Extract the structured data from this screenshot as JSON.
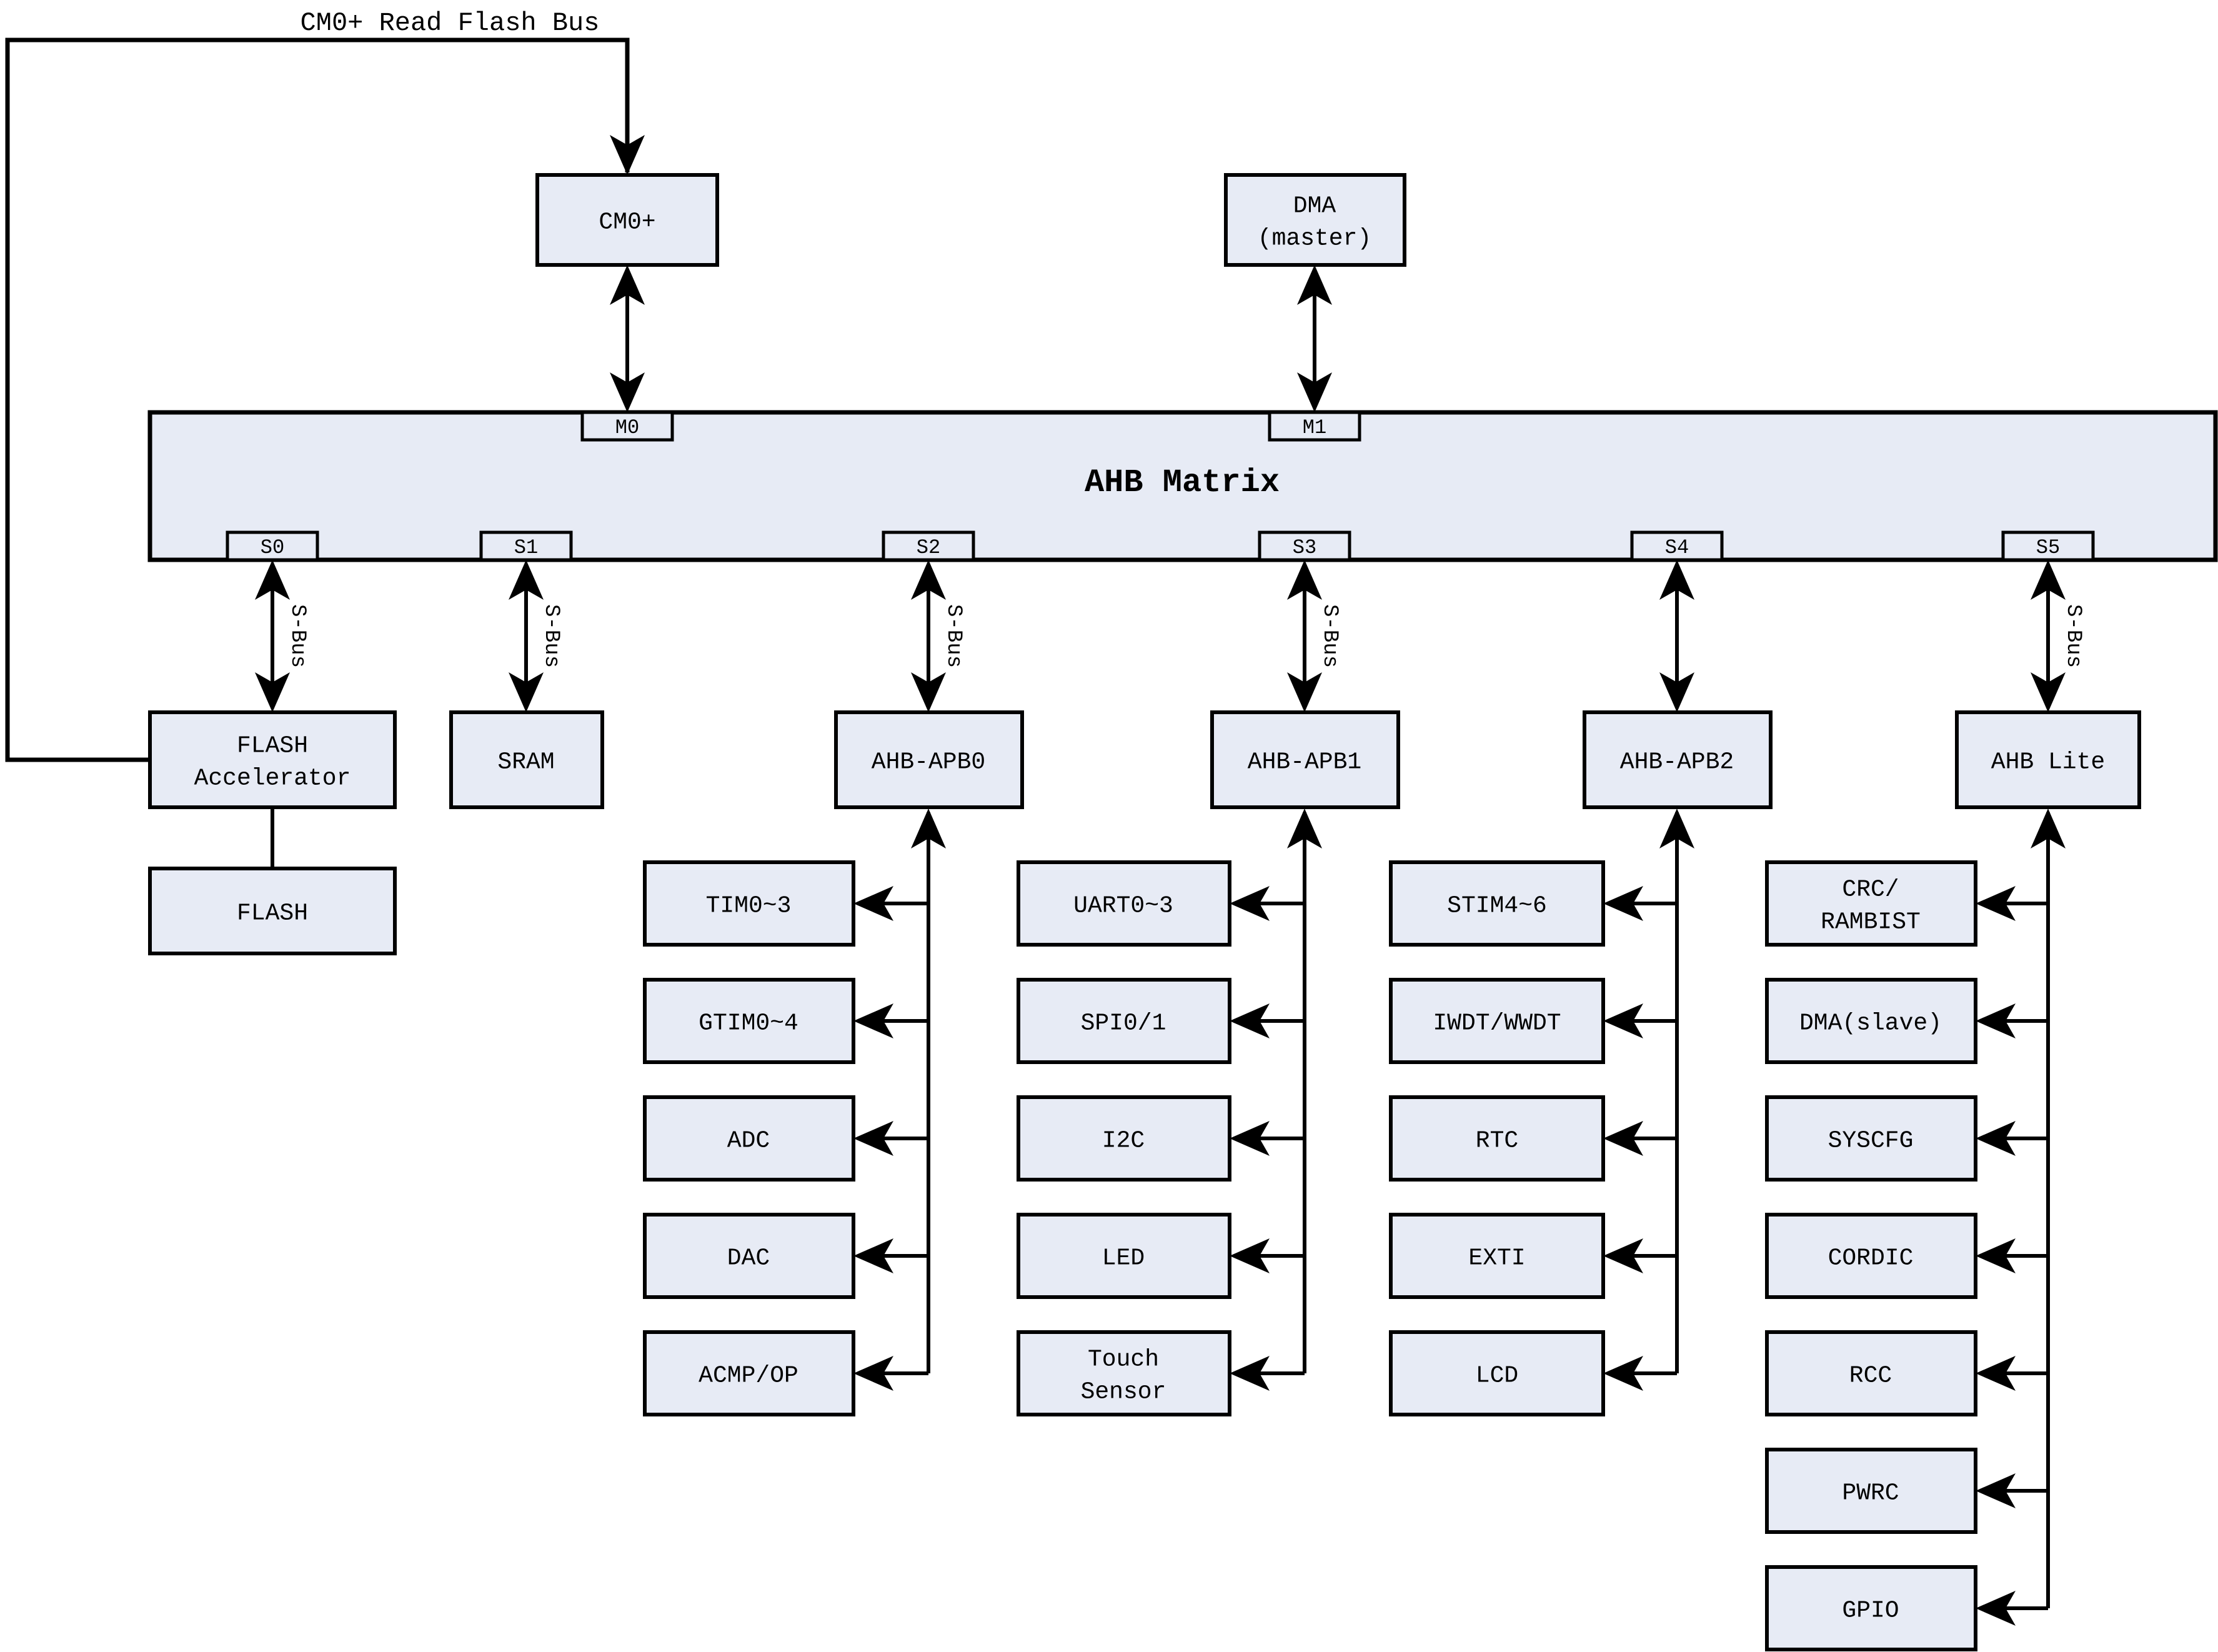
{
  "colors": {
    "box_fill": "#e7ebf5",
    "line": "#000000"
  },
  "flash_bus": {
    "label": "CM0+ Read Flash Bus"
  },
  "matrix": {
    "label": "AHB Matrix",
    "master_ports": [
      "M0",
      "M1"
    ],
    "slave_ports": [
      "S0",
      "S1",
      "S2",
      "S3",
      "S4",
      "S5"
    ],
    "s_bus_label": "S-Bus"
  },
  "masters": [
    {
      "id": "cm0",
      "lines": [
        "CM0+"
      ]
    },
    {
      "id": "dma-master",
      "lines": [
        "DMA",
        "(master)"
      ]
    }
  ],
  "memory": {
    "flash_accelerator": {
      "lines": [
        "FLASH",
        "Accelerator"
      ]
    },
    "flash": {
      "lines": [
        "FLASH"
      ]
    },
    "sram": {
      "lines": [
        "SRAM"
      ]
    }
  },
  "bridges": [
    {
      "id": "ahb-apb0",
      "label": "AHB-APB0"
    },
    {
      "id": "ahb-apb1",
      "label": "AHB-APB1"
    },
    {
      "id": "ahb-apb2",
      "label": "AHB-APB2"
    },
    {
      "id": "ahb-lite",
      "label": "AHB Lite"
    }
  ],
  "peripherals": {
    "apb0": [
      {
        "lines": [
          "TIM0~3"
        ]
      },
      {
        "lines": [
          "GTIM0~4"
        ]
      },
      {
        "lines": [
          "ADC"
        ]
      },
      {
        "lines": [
          "DAC"
        ]
      },
      {
        "lines": [
          "ACMP/OP"
        ]
      }
    ],
    "apb1": [
      {
        "lines": [
          "UART0~3"
        ]
      },
      {
        "lines": [
          "SPI0/1"
        ]
      },
      {
        "lines": [
          "I2C"
        ]
      },
      {
        "lines": [
          "LED"
        ]
      },
      {
        "lines": [
          "Touch",
          "Sensor"
        ]
      }
    ],
    "apb2": [
      {
        "lines": [
          "STIM4~6"
        ]
      },
      {
        "lines": [
          "IWDT/WWDT"
        ]
      },
      {
        "lines": [
          "RTC"
        ]
      },
      {
        "lines": [
          "EXTI"
        ]
      },
      {
        "lines": [
          "LCD"
        ]
      }
    ],
    "ahb_lite": [
      {
        "lines": [
          "CRC/",
          "RAMBIST"
        ]
      },
      {
        "lines": [
          "DMA(slave)"
        ]
      },
      {
        "lines": [
          "SYSCFG"
        ]
      },
      {
        "lines": [
          "CORDIC"
        ]
      },
      {
        "lines": [
          "RCC"
        ]
      },
      {
        "lines": [
          "PWRC"
        ]
      },
      {
        "lines": [
          "GPIO"
        ]
      }
    ]
  }
}
